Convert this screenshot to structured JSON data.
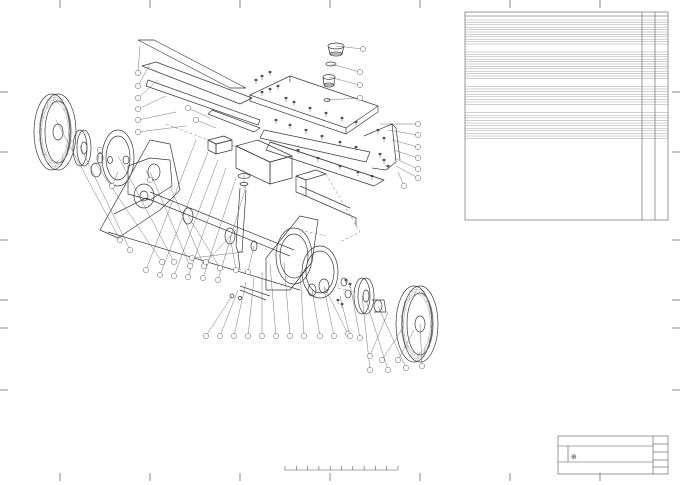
{
  "document": {
    "type": "exploded parts drawing",
    "title_block_mark": "⊕"
  },
  "callouts": {
    "left_fan": 23,
    "right_fan": 20,
    "bottom_row": 16,
    "total": 59
  },
  "parts_table": {
    "columns": 3,
    "rows": 42
  },
  "colors": {
    "line": "#3a3a3a",
    "faint": "#8a8a8a",
    "paper": "#ffffff"
  }
}
